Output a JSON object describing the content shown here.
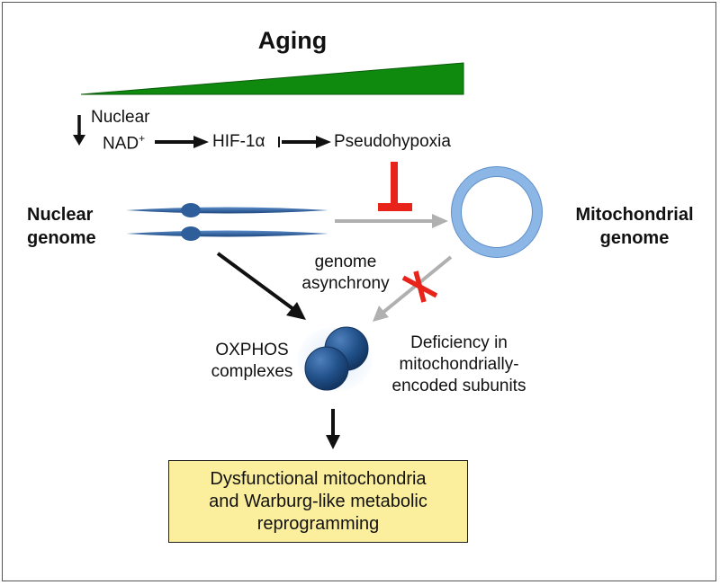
{
  "title": "Aging",
  "nuclear_nad": {
    "line1": "Nuclear",
    "line2": "NAD",
    "superscript": "+"
  },
  "pathway": {
    "hif": "HIF-1α",
    "pseudohypoxia": "Pseudohypoxia"
  },
  "nuclear_genome": {
    "line1": "Nuclear",
    "line2": "genome"
  },
  "mito_genome": {
    "line1": "Mitochondrial",
    "line2": "genome"
  },
  "asynchrony": {
    "line1": "genome",
    "line2": "asynchrony"
  },
  "oxphos": {
    "line1": "OXPHOS",
    "line2": "complexes"
  },
  "deficiency": {
    "line1": "Deficiency in",
    "line2": "mitochondrially-",
    "line3": "encoded subunits"
  },
  "outcome": {
    "line1": "Dysfunctional mitochondria",
    "line2": "and Warburg-like metabolic",
    "line3": "reprogramming"
  },
  "colors": {
    "aging_wedge": "#0f8a0f",
    "inhibition": "#e8231a",
    "gray_arrow": "#b0b0b0",
    "chromosome": "#2f5f9a",
    "mito_ring": "#8cb6e6",
    "oxphos": "#1f4e86",
    "outcome_box": "#fbef9d"
  }
}
